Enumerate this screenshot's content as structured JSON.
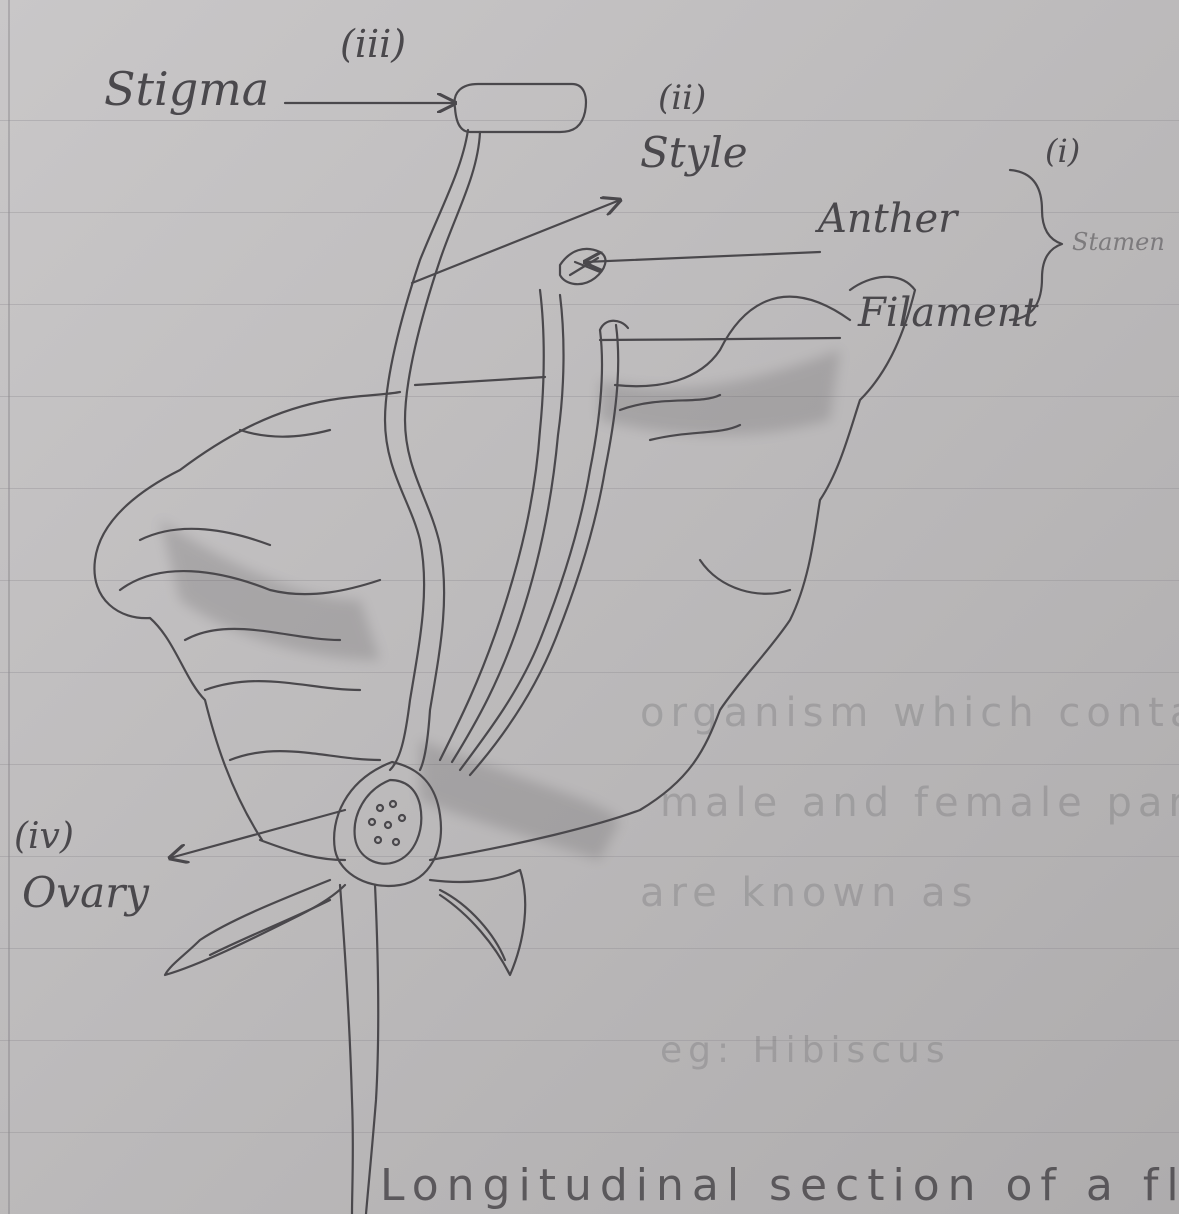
{
  "labels": {
    "stigma": "Stigma",
    "stigma_num": "(iii)",
    "style": "Style",
    "style_num": "(ii)",
    "anther": "Anther",
    "filament": "Filament",
    "stamen_num": "(i)",
    "stamen": "Stamen",
    "ovary": "Ovary",
    "ovary_num": "(iv)"
  },
  "bleed_through": {
    "line1": "organism which contain both",
    "line2": "male and female parts",
    "line3": "are known as",
    "line4": "eg: Hibiscus",
    "line5": "Longitudinal section of a flower"
  },
  "colors": {
    "paper": "#c5c3c4",
    "pencil": "#4a484c",
    "rule": "#8c8a8e"
  }
}
